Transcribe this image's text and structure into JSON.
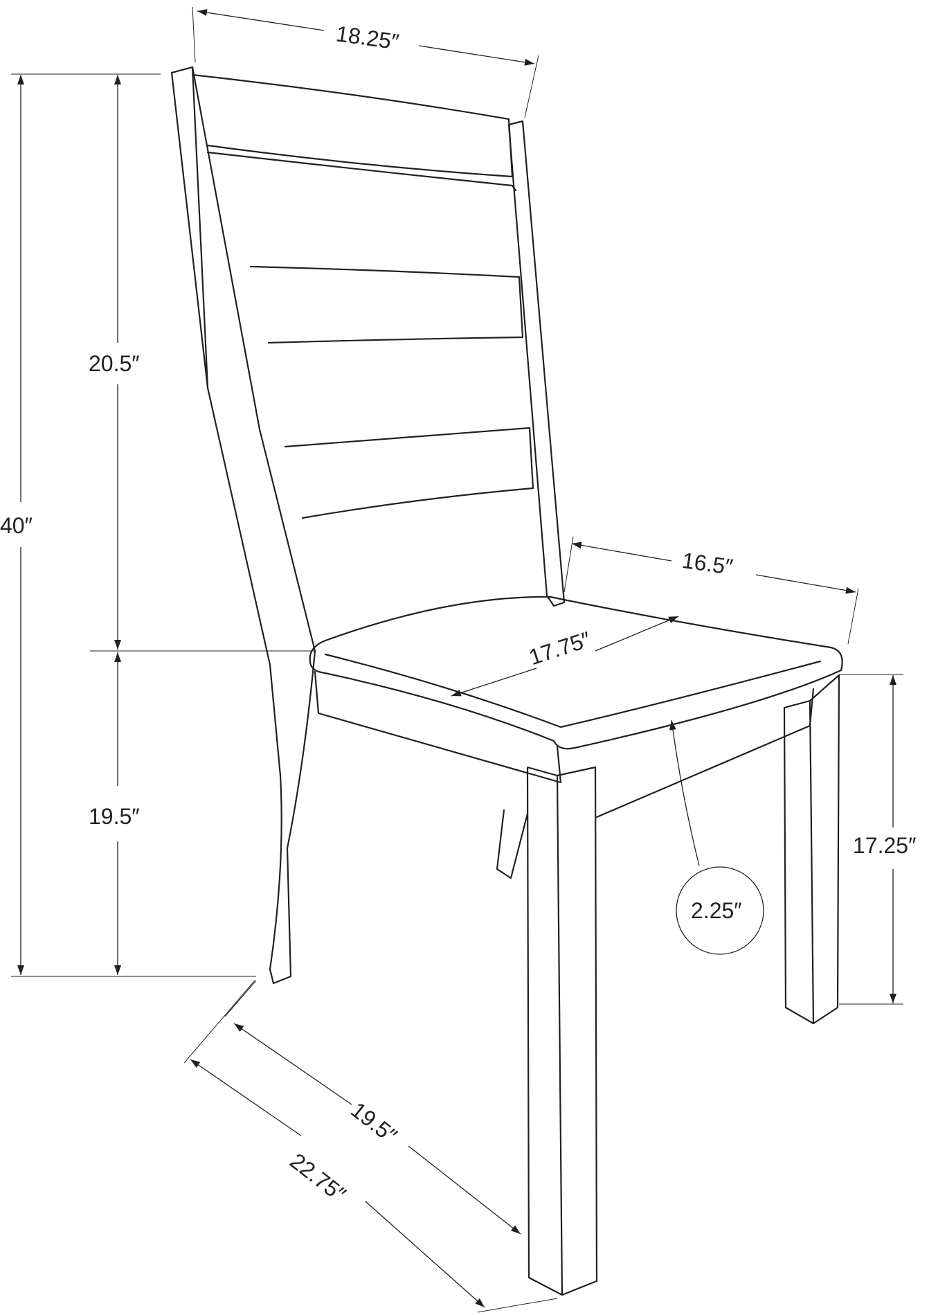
{
  "dimensions": {
    "top_width": "18.25″",
    "overall_height": "40″",
    "back_height": "20.5″",
    "seat_height": "19.5″",
    "seat_depth": "16.5″",
    "seat_width": "17.75″",
    "leg_height": "17.25″",
    "seat_thickness": "2.25″",
    "floor_depth": "19.5″",
    "overall_depth": "22.75″"
  }
}
